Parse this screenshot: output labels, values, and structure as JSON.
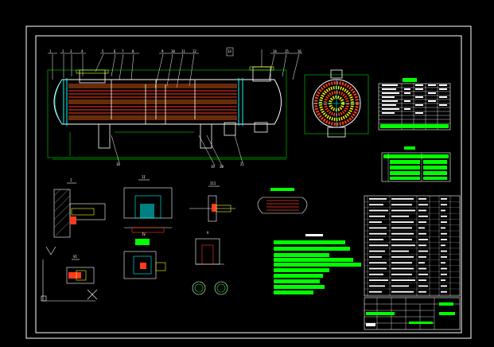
{
  "drawing": {
    "background": "#000000",
    "frame_color": "#ffffff",
    "tube_color": "#ff3b1f",
    "shell_color": "#ffffff",
    "note_color": "#00ff00",
    "accent_yellow": "#ffff00",
    "accent_cyan": "#00ffff",
    "accent_magenta": "#ff00ff"
  },
  "views": [
    "main-elevation",
    "end-section",
    "nozzle-table",
    "design-data-table",
    "detail-views",
    "technical-notes",
    "parts-list",
    "title-block"
  ]
}
